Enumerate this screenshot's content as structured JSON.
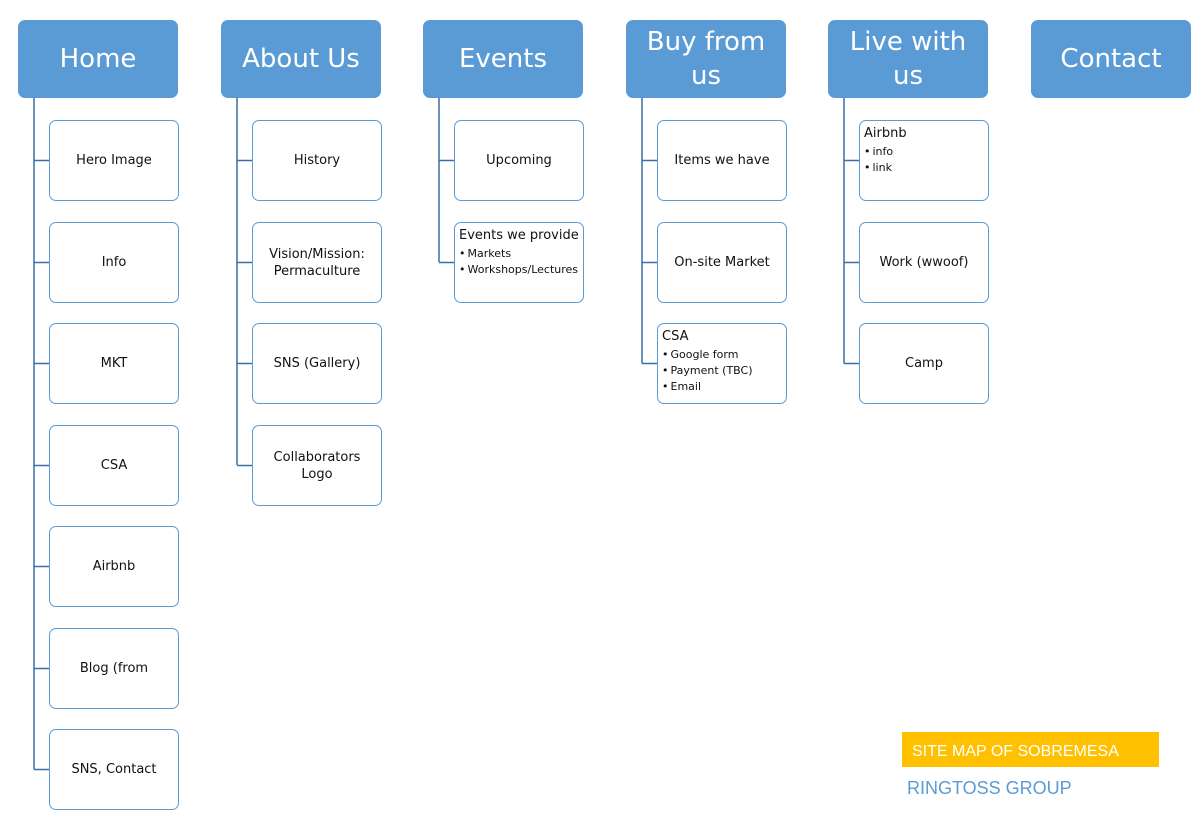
{
  "columns": [
    {
      "title": "Home",
      "items": [
        {
          "label": "Hero Image"
        },
        {
          "label": "Info"
        },
        {
          "label": "MKT"
        },
        {
          "label": "CSA"
        },
        {
          "label": "Airbnb"
        },
        {
          "label": "Blog (from"
        },
        {
          "label": "SNS, Contact"
        }
      ]
    },
    {
      "title": "About Us",
      "items": [
        {
          "label": "History"
        },
        {
          "label": "Vision/Mission: Permaculture"
        },
        {
          "label": "SNS (Gallery)"
        },
        {
          "label": "Collaborators Logo"
        }
      ]
    },
    {
      "title": "Events",
      "items": [
        {
          "label": "Upcoming"
        },
        {
          "label": "Events we provide",
          "bullets": [
            "Markets",
            "Workshops/Lectures"
          ]
        }
      ]
    },
    {
      "title": "Buy from us",
      "items": [
        {
          "label": "Items we have"
        },
        {
          "label": "On-site Market"
        },
        {
          "label": "CSA",
          "bullets": [
            "Google form",
            "Payment (TBC)",
            "Email"
          ]
        }
      ]
    },
    {
      "title": "Live with us",
      "items": [
        {
          "label": "Airbnb",
          "bullets": [
            "info",
            "link"
          ]
        },
        {
          "label": "Work (wwoof)"
        },
        {
          "label": "Camp"
        }
      ]
    },
    {
      "title": "Contact",
      "items": []
    }
  ],
  "footer": {
    "title": "SITE MAP OF SOBREMESA",
    "subtitle": "RINGTOSS GROUP"
  },
  "colors": {
    "accent": "#5b9bd5",
    "highlight": "#ffc000"
  }
}
